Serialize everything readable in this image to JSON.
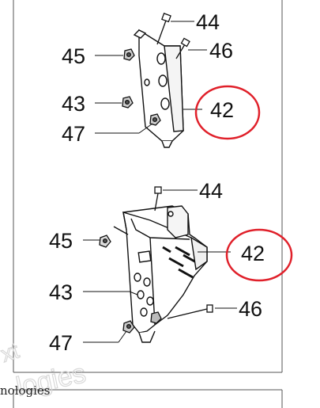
{
  "upper_view": {
    "labels": {
      "p44": "44",
      "p45": "45",
      "p46": "46",
      "p43": "43",
      "p42": "42",
      "p47": "47"
    }
  },
  "lower_view": {
    "labels": {
      "p44": "44",
      "p45": "45",
      "p42": "42",
      "p43": "43",
      "p46": "46",
      "p47": "47"
    }
  },
  "highlight_color": "#e0202a",
  "watermark": {
    "line1": "xt",
    "line2": "logies"
  },
  "footer": {
    "credit": "nologies"
  }
}
